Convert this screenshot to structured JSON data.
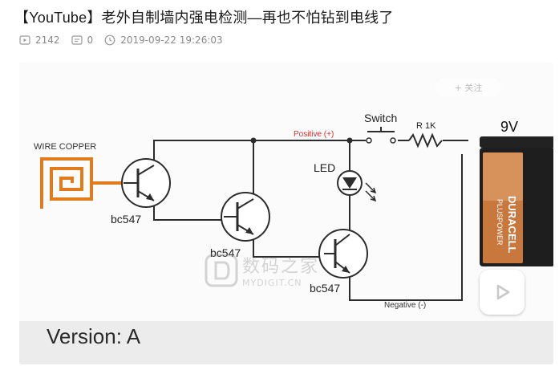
{
  "post": {
    "title": "【YouTube】老外自制墙内强电检测—再也不怕钻到电线了",
    "views": "2142",
    "comments": "0",
    "date": "2019-09-22 19:26:03"
  },
  "video": {
    "follow_label": "+ 关注",
    "version_text": "Version: A",
    "watermark_cn": "数码之家",
    "watermark_en": "MYDIGIT.CN",
    "circuit": {
      "wire_copper": "WIRE COPPER",
      "transistor1": "bc547",
      "transistor2": "bc547",
      "transistor3": "bc547",
      "led": "LED",
      "switch": "Switch",
      "resistor": "R 1K",
      "positive": "Positive (+)",
      "negative": "Negative (-)",
      "battery_voltage": "9V",
      "battery_brand": "DURACELL",
      "battery_sub": "PLUSPOWER"
    },
    "colors": {
      "copper": "#e07c1c",
      "positive_label": "#e0282a",
      "battery_copper": "#c8783c",
      "battery_body": "#1e1e1e"
    }
  }
}
